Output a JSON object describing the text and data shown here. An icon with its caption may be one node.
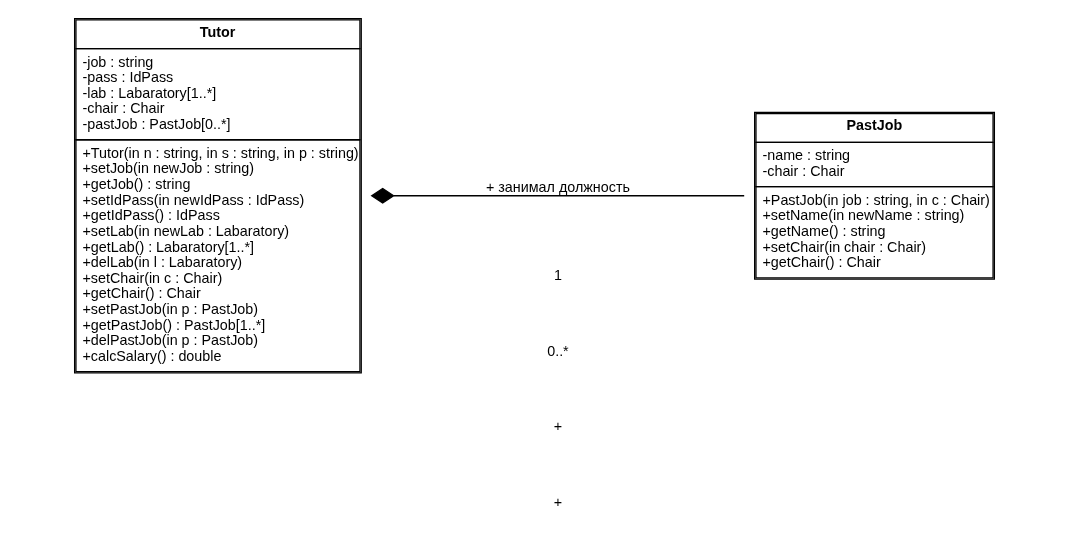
{
  "diagram": {
    "nodes": [
      {
        "text": [
          "Tutor",
          "-job : string",
          "-pass : IdPass",
          "-lab : Labaratory[1..*]",
          "-chair : Chair",
          "-pastJob : PastJob[0..*]",
          "+Tutor(in n : string, in s : string, in p : string)",
          "+setJob(in newJob : string)",
          "+getJob() : string",
          "+setIdPass(in newIdPass : IdPass)",
          "+getIdPass() : IdPass",
          "+setLab(in newLab : Labaratory)",
          "+getLab() : Labaratory[1..*]",
          "+delLab(in l : Labaratory)",
          "+setChair(in c : Chair)",
          "+getChair() : Chair",
          "+setPastJob(in p : PastJob)",
          "+getPastJob() : PastJob[1..*]",
          "+delPastJob(in p : PastJob)",
          "+calcSalary() : double"
        ]
      },
      {
        "text": [
          "PastJob",
          "-name : string",
          "-chair : Chair",
          "+PastJob(in job : string, in c : Chair)",
          "+setName(in newName : string)",
          "+getName() : string",
          "+setChair(in chair : Chair)",
          "+getChair() : Chair"
        ]
      }
    ],
    "edges": [
      {
        "from": 0,
        "to": 1,
        "arrow": "other",
        "label": "+ занимал должность"
      }
    ],
    "labels": [
      "1",
      "0..*",
      "+",
      "+"
    ]
  }
}
